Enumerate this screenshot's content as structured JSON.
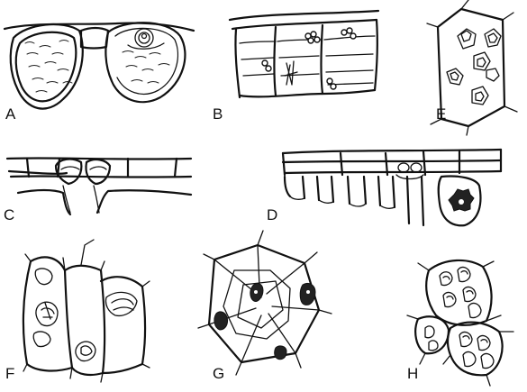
{
  "panels": [
    {
      "id": "A",
      "label": "A"
    },
    {
      "id": "B",
      "label": "B"
    },
    {
      "id": "C",
      "label": "C"
    },
    {
      "id": "D",
      "label": "D"
    },
    {
      "id": "E",
      "label": "E"
    },
    {
      "id": "F",
      "label": "F"
    },
    {
      "id": "G",
      "label": "G"
    },
    {
      "id": "H",
      "label": "H"
    }
  ],
  "colors": {
    "ink": "#111111",
    "background": "#ffffff"
  }
}
